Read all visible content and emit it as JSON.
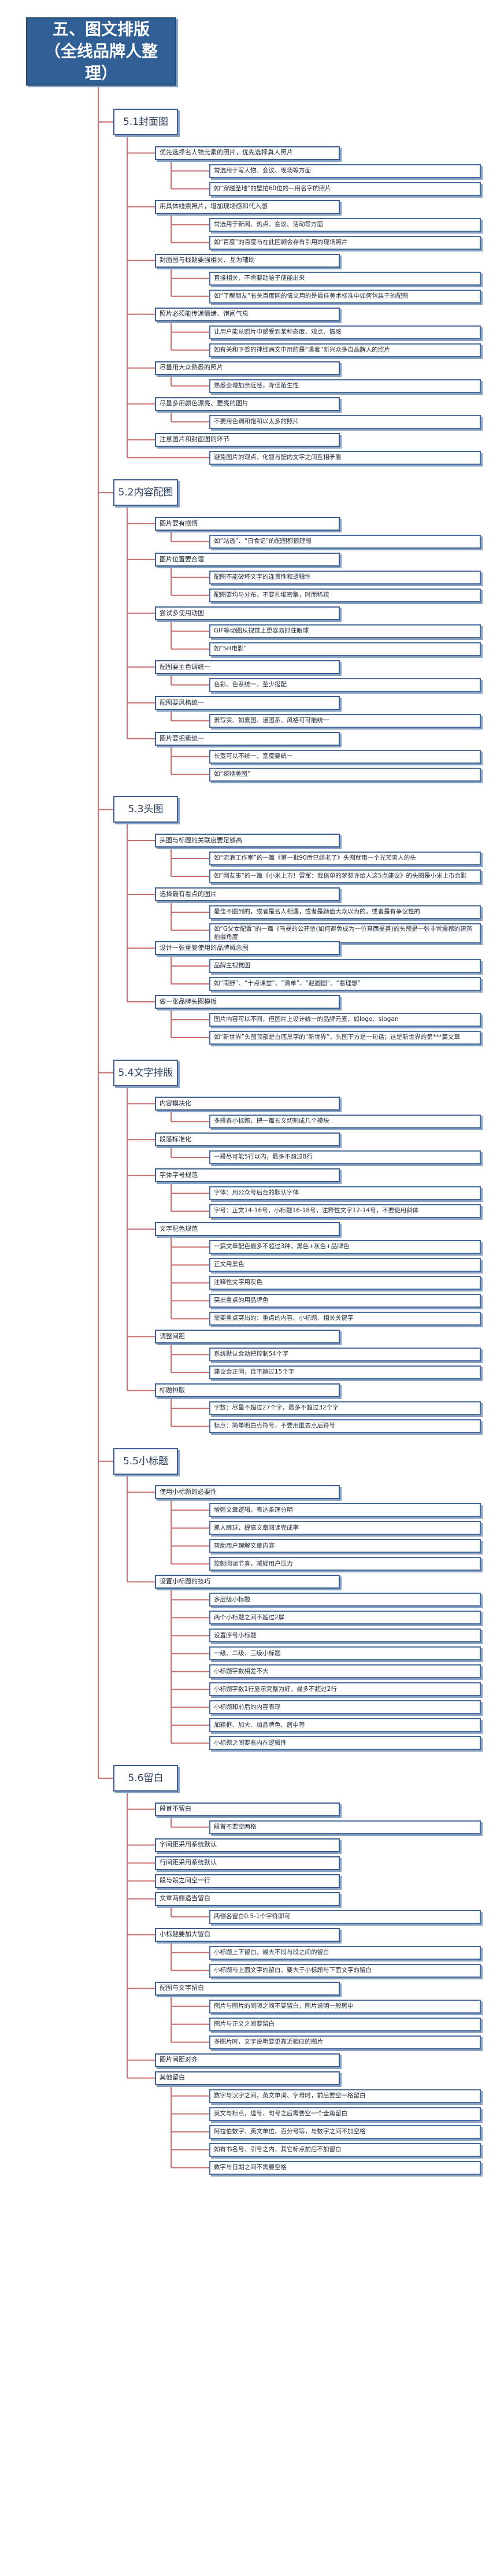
{
  "title": {
    "line1": "五、图文排版",
    "line2": "（全线品牌人整理）"
  },
  "sections": [
    {
      "label": "5.1封面图",
      "items": [
        {
          "text": "优先选择名人物元素的照片，优先选择真人照片",
          "children": [
            "常选用于写人物、会议、现场等方面",
            "如“穿越圣地”的壁拍60位的—用名字的照片"
          ]
        },
        {
          "text": "用具体线索照片，增加现场感和代入感",
          "children": [
            "常选用于新闻、热点、会议、活动等方面",
            "如“百度”的百度与在此回顾会存有引用的现场照片"
          ]
        },
        {
          "text": "封面图与标题要强相关、互为辅助",
          "children": [
            "直接相关，不需要动脑子便能出来",
            "如“了解朋友”有关百度网的情文用的是最佳美术标准中如何包装于的配图"
          ]
        },
        {
          "text": "照片必须能传递情绪、饱间气息",
          "children": [
            "让用户能从照片中感受到某种态度、观点、情感",
            "如有关和下委的神经病文中用的是“潇着”新兴众多自品牌人的照片"
          ]
        },
        {
          "text": "尽量用大众熟悉的照片",
          "children": [
            "熟悉会增加亲近感，降低陌生性"
          ]
        },
        {
          "text": "尽量多用颜色漂亮、更亮的图片",
          "children": [
            "不要用色调和饱和以太多的照片"
          ]
        },
        {
          "text": "注意图片和封面图的环节",
          "children": []
        }
      ],
      "notes": [
        "避免图片的观点，化题与配的文字之间互相矛盾"
      ]
    },
    {
      "label": "5.2内容配图",
      "items": [
        {
          "text": "图片要有感情",
          "children": [
            "如“站透”、“日食记”的配图都很理想"
          ]
        },
        {
          "text": "图片位置要合理",
          "children": [
            "配图不能破坏文字的连贯性和逻辑性",
            "配图要均与分布，不要扎堆密集，时而稀疏"
          ]
        },
        {
          "text": "尝试多使用动图",
          "children": [
            "GIF等动图从视觉上更容易抓住眼球",
            "如“SH电影”"
          ]
        },
        {
          "text": "配图要主色调统一",
          "children": [
            "色彩、色系统一，至少搭配"
          ]
        },
        {
          "text": "配图要风格统一",
          "children": [
            "素写实、如素图、漫图系、风格可可能统一"
          ]
        },
        {
          "text": "图片要把素统一",
          "children": [
            "长宽可以不统一，宽度要统一",
            "如“探特美图”"
          ]
        }
      ],
      "notes": []
    },
    {
      "label": "5.3头图",
      "items": [
        {
          "text": "头图与标题的关联度要足够高",
          "children": [
            "如“流浪工作室”的一篇《第一批90后已经老了》头图就用一个光顶男人的头",
            "如“网友事”的一篇《小米上市！雷军：我信单的梦想许给人这5点建议》的头图是小米上市合影"
          ]
        },
        {
          "text": "选择最有看点的图片",
          "children": [
            "最佳不图到的，或者是名人相遇，或者是颜值大众以为的，或者是有争议性的",
            "如“G父女配置”的一篇《马曼的公开信(如何避免成为一位真西曼善)的头图是一张非常震撼的建筑拍摄角度"
          ]
        },
        {
          "text": "设计一张重复使用的品牌概念图",
          "children": [
            "品牌主视觉图",
            "如“南野”、“十点课堂”、“清单”、“赵圆圆”、“看理想”"
          ]
        },
        {
          "text": "做一张品牌头图模板",
          "children": [
            "图片内容可以不同，但图片上设计统一的品牌元素，如logo、slogan",
            "如“新世界”头图顶部是白底黑字的“新世界”，头图下方是一句话；这是新世界的第***篇文章"
          ]
        }
      ],
      "notes": []
    },
    {
      "label": "5.4文字排版",
      "items": [
        {
          "text": "内容模块化",
          "children": [
            "多段各小标题，把一篇长文切割成几个模块"
          ]
        },
        {
          "text": "段落标准化",
          "children": [
            "一段尽可能5行以内，最多不超过8行"
          ]
        },
        {
          "text": "字体字号规范",
          "children": [
            "字体：用公众号后台的默认字体",
            "字号：正文14-16号，小标题16-18号，注释性文字12-14号，不要使用斜体"
          ]
        },
        {
          "text": "文字配色规范",
          "children": [
            "一篇文章配色最多不超过3种，黑色+灰色+品牌色",
            "正文用黑色",
            "注释性文字用灰色",
            "突出重点的用品牌色",
            "需要重点突出的：重点的内容、小标题、相关关键字"
          ]
        },
        {
          "text": "调整间距",
          "children": [
            "系统默认会动把控制54个字",
            "建议会正同，且不超过15个字"
          ]
        },
        {
          "text": "标题排版",
          "children": [
            "字数：尽量不超过27个字，最多不超过32个字",
            "标点：简单明白点符号，不要用匿去点后符号"
          ]
        }
      ],
      "notes": []
    },
    {
      "label": "5.5小标题",
      "items": [
        {
          "text": "使用小标题的必要性",
          "children": [
            "增强文章逻辑，表达条理分明",
            "抓人眼球，提高文章阅读完成率",
            "帮助用户理解文章内容",
            "控制阅读节奏，减轻用户压力"
          ]
        },
        {
          "text": "设置小标题的技巧",
          "children": [
            "多层级小标题",
            "两个小标题之间不超过2屏",
            "设置序号小标题",
            "一级、二级、三级小标题",
            "小标题字数相差不大",
            "小标题字数1行显示完整为好，最多不超过2行",
            "小标题和前后的内容表现",
            "加粗框、加大、加品牌色、居中等",
            "小标题之间要有内在逻辑性"
          ]
        }
      ],
      "notes": []
    },
    {
      "label": "5.6留白",
      "items": [
        {
          "text": "段首不留白",
          "children": [
            "段首不要空两格"
          ]
        },
        {
          "text": "字间距采用系统默认",
          "children": []
        },
        {
          "text": "行间距采用系统默认",
          "children": []
        },
        {
          "text": "段与段之间空一行",
          "children": []
        },
        {
          "text": "文章两侧适当留白",
          "children": [
            "两侧各留白0.5-1个字符即可"
          ]
        },
        {
          "text": "小标题要加大留白",
          "children": [
            "小标题上下留白，最大不段与段之间的留白",
            "小标题与上面文字的留白，要大于小标题与下面文字的留白"
          ]
        },
        {
          "text": "配图与文字留白",
          "children": [
            "图片与图片的间隔之间不要留白，图片说明一般居中",
            "图片与正文之间要留白",
            "多图片时，文字说明要更靠近相应的图片"
          ]
        },
        {
          "text": "图片间距对齐",
          "children": []
        },
        {
          "text": "其他留白",
          "children": [
            "数字与汉字之间，英文单词、字母时，前后要空一格留白",
            "英文与标点，逗号、句号之后需要空一个全角留白",
            "阿拉伯数字、英文单位、百分号等，与数字之间不加空格",
            "如有书名号、引号之内，其它标点前后不加留白",
            "数字与日期之间不需要空格"
          ]
        }
      ],
      "notes": []
    }
  ],
  "colors": {
    "line": "#c86e6e",
    "border": "#3e5f8f",
    "title_bg": "#2f5f95",
    "shadow": "#8aa3c4"
  }
}
